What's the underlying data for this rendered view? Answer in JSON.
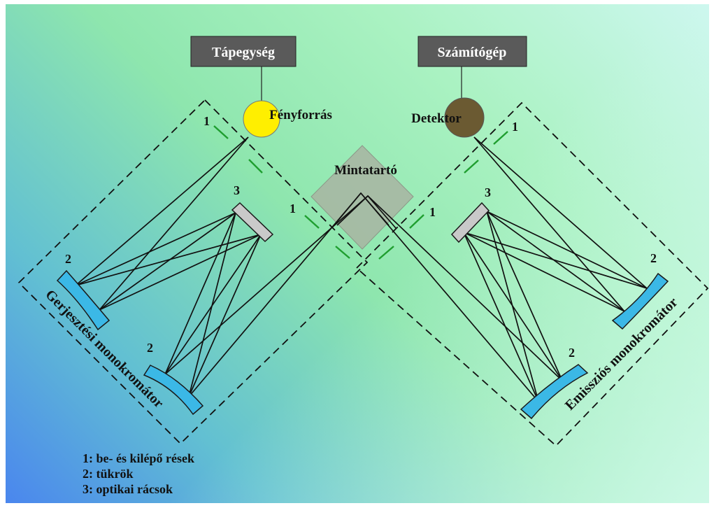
{
  "power_supply": "Tápegység",
  "computer": "Számítógép",
  "light_source": "Fényforrás",
  "detector": "Detektor",
  "sample_holder": "Mintatartó",
  "excitation_monochromator": "Gerjesztési monokromátor",
  "emission_monochromator": "Emissziós monokromátor",
  "labels": {
    "slit": "1",
    "mirror": "2",
    "grating": "3"
  },
  "legend": {
    "line1": "1: be- és kilépő rések",
    "line2": "2: tükrök",
    "line3": "3: optikai rácsok"
  },
  "colors": {
    "box_fill": "#5a5a5a",
    "light_source": "#ffef00",
    "detector": "#6b5a32",
    "sample_holder": "#a8b4a2",
    "mirror": "#3bb8e6",
    "grating": "#c9c9c9",
    "slit": "#1f9e2f"
  }
}
